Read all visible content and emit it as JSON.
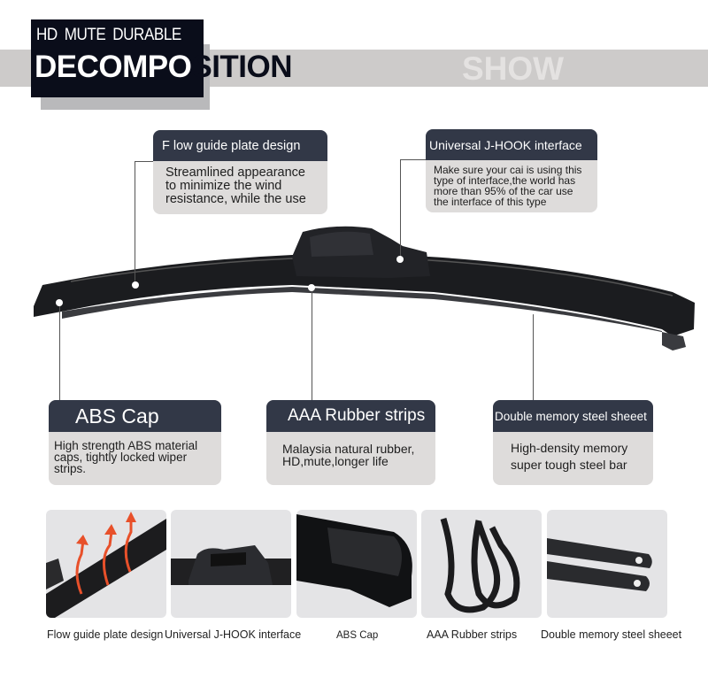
{
  "header": {
    "subtitle": "HD  MUTE  DURABLE",
    "title_white": "DECOMPO",
    "title_dark": "SITION",
    "watermark": "SHOW"
  },
  "callouts": [
    {
      "title": "F low guide plate design",
      "body": "Streamlined appearance to minimize the wind resistance, while the use"
    },
    {
      "title": "Universal J-HOOK interface",
      "body": "Make sure your cai is using this type of interface,the world has more than 95% of the car use the interface of this type"
    },
    {
      "title": "ABS Cap",
      "body": "High strength ABS material caps, tightly locked wiper strips."
    },
    {
      "title": "AAA Rubber strips",
      "body": "Malaysia natural rubber, HD,mute,longer life"
    },
    {
      "title": "Double memory steel sheeet",
      "body": "High-density memory super tough steel bar"
    }
  ],
  "thumbnails": [
    {
      "caption": "Flow guide plate design"
    },
    {
      "caption": "Universal J-HOOK interface"
    },
    {
      "caption": "ABS Cap"
    },
    {
      "caption": "AAA Rubber strips"
    },
    {
      "caption": "Double memory steel sheeet"
    }
  ],
  "colors": {
    "card_header": "#323847",
    "card_body": "#dedcdb",
    "arrow": "#e8502a"
  }
}
